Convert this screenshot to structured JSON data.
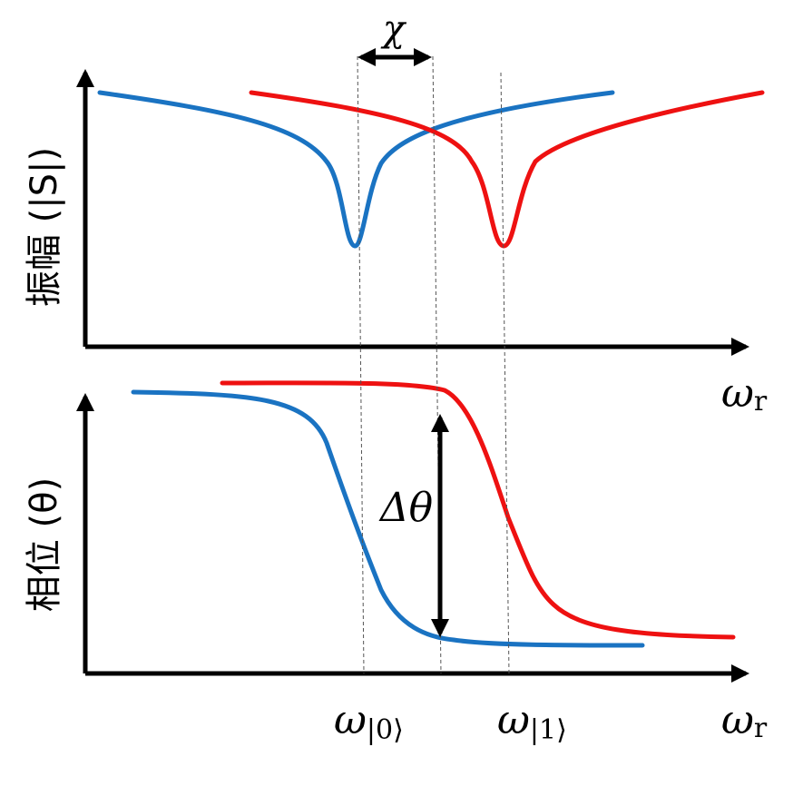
{
  "colors": {
    "state0": "#1a73c2",
    "state1": "#ee1111",
    "axis": "#000000"
  },
  "top_panel": {
    "ylabel": "振幅 (|S|)",
    "xlabel_main": "ω",
    "xlabel_sub": "r"
  },
  "bottom_panel": {
    "ylabel": "相位 (θ)",
    "xlabel_main": "ω",
    "xlabel_sub": "r"
  },
  "annotations": {
    "chi": "χ",
    "delta_theta": "Δθ",
    "omega0_main": "ω",
    "omega0_sub": "|0⟩",
    "omega1_main": "ω",
    "omega1_sub": "|1⟩"
  }
}
